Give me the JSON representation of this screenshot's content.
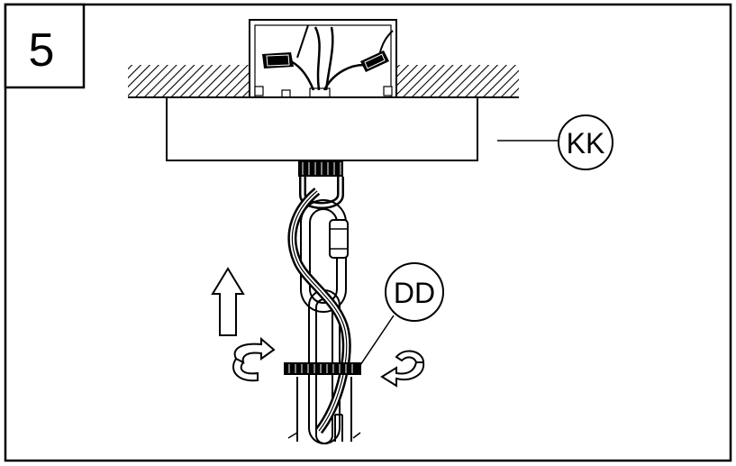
{
  "step": {
    "number": "5"
  },
  "callouts": [
    {
      "id": "canopy",
      "text": "KK"
    },
    {
      "id": "nut",
      "text": "DD"
    }
  ],
  "arrows": {
    "up": "arrow-up-icon",
    "rotate_left": "rotate-arrow-icon",
    "rotate_right": "rotate-arrow-icon"
  }
}
